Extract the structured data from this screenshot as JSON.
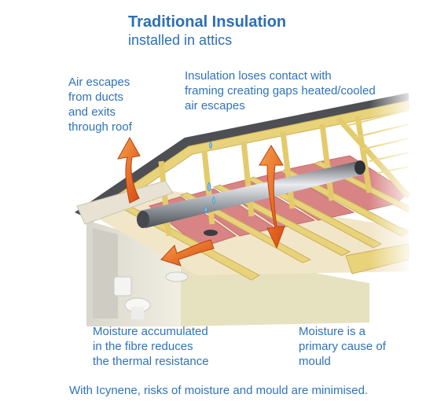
{
  "header": {
    "title": "Traditional Insulation",
    "subtitle": "installed in attics"
  },
  "callouts": {
    "air_escape": "Air escapes\nfrom ducts\nand exits\nthrough roof",
    "gaps": "Insulation loses contact with\nframing creating gaps heated/cooled\nair escapes",
    "moisture_fibre": "Moisture accumulated\nin the fibre reduces\nthe thermal resistance",
    "mould": "Moisture is a\nprimary cause of\nmould"
  },
  "footer": {
    "note": "With Icynene, risks of moisture and mould are minimised."
  },
  "colors": {
    "text_blue": "#2f73b8",
    "timber": "#e8d27a",
    "insulation": "#d77d7d",
    "wall": "#e3dfc1",
    "arrow": "#e8661c",
    "duct": "#b9bcc2"
  },
  "illustration": {
    "subject": "attic-cross-section",
    "icons": [
      "orange-airflow-arrow",
      "silver-duct",
      "pink-fibre-insulation",
      "water-droplet",
      "toilet"
    ]
  }
}
